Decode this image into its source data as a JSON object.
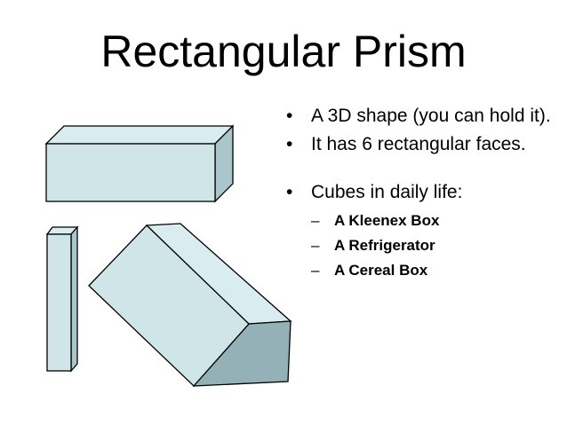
{
  "slide": {
    "title": "Rectangular Prism",
    "bullets": [
      "A 3D shape (you can hold it).",
      "It has 6 rectangular faces.",
      "Cubes in daily life:"
    ],
    "examples": [
      "A Kleenex Box",
      "A Refrigerator",
      "A Cereal Box"
    ]
  },
  "colors": {
    "front_face": "#cfe5e8",
    "top_face": "#d9ecef",
    "side_face": "#aac6cb",
    "dark_face": "#93b1b6",
    "outline": "#000000"
  }
}
